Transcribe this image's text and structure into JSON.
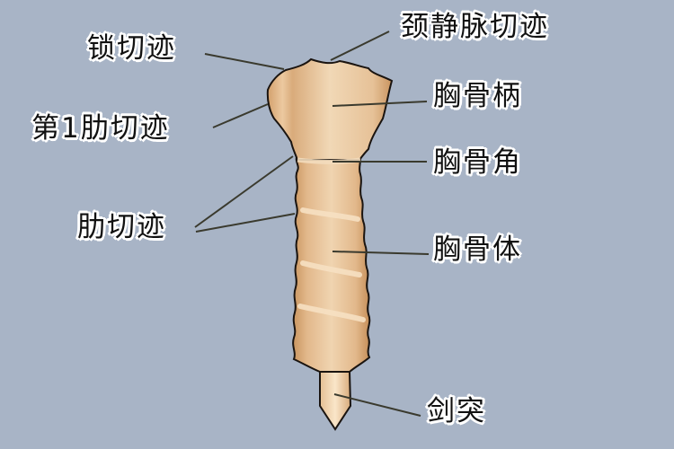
{
  "diagram": {
    "subject": "sternum",
    "background_color": "#a8b4c6",
    "bone_color": "#e6c39c",
    "leader_line_color": "#3a3a2e",
    "labels": {
      "clavicular_notch": "锁切迹",
      "jugular_notch": "颈静脉切迹",
      "first_costal_notch": "第1肋切迹",
      "manubrium": "胸骨柄",
      "sternal_angle": "胸骨角",
      "costal_notches": "肋切迹",
      "sternal_body": "胸骨体",
      "xiphoid_process": "剑突"
    }
  }
}
